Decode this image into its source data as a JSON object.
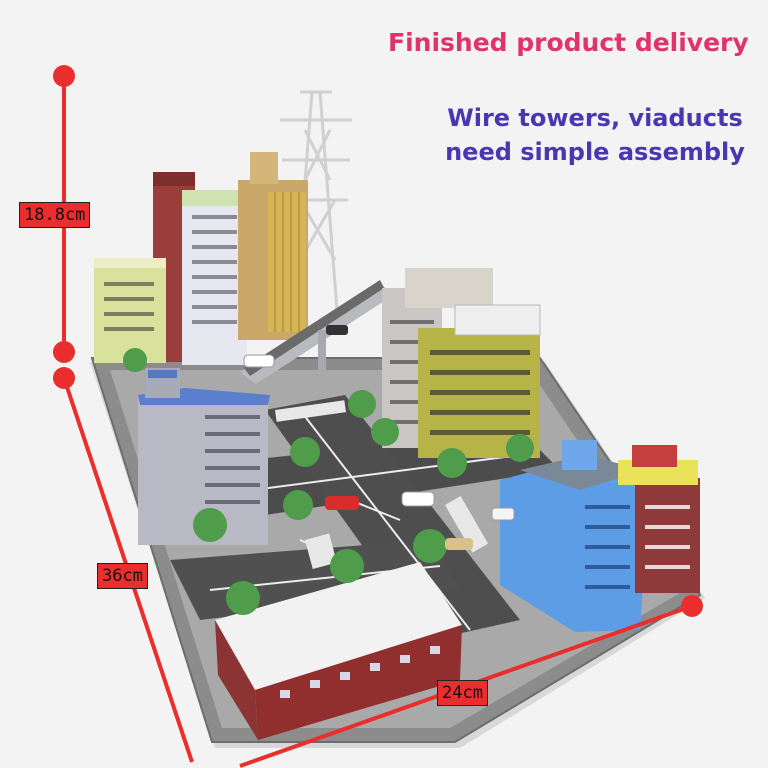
{
  "headline": "Finished product delivery",
  "subheadline_line1": "Wire towers, viaducts",
  "subheadline_line2": "need simple assembly",
  "dimensions": {
    "height": "18.8cm",
    "depth": "36cm",
    "width": "24cm"
  },
  "colors": {
    "headline": "#e0336e",
    "subheadline": "#4a36b0",
    "measure_line": "#ea2d2d"
  }
}
